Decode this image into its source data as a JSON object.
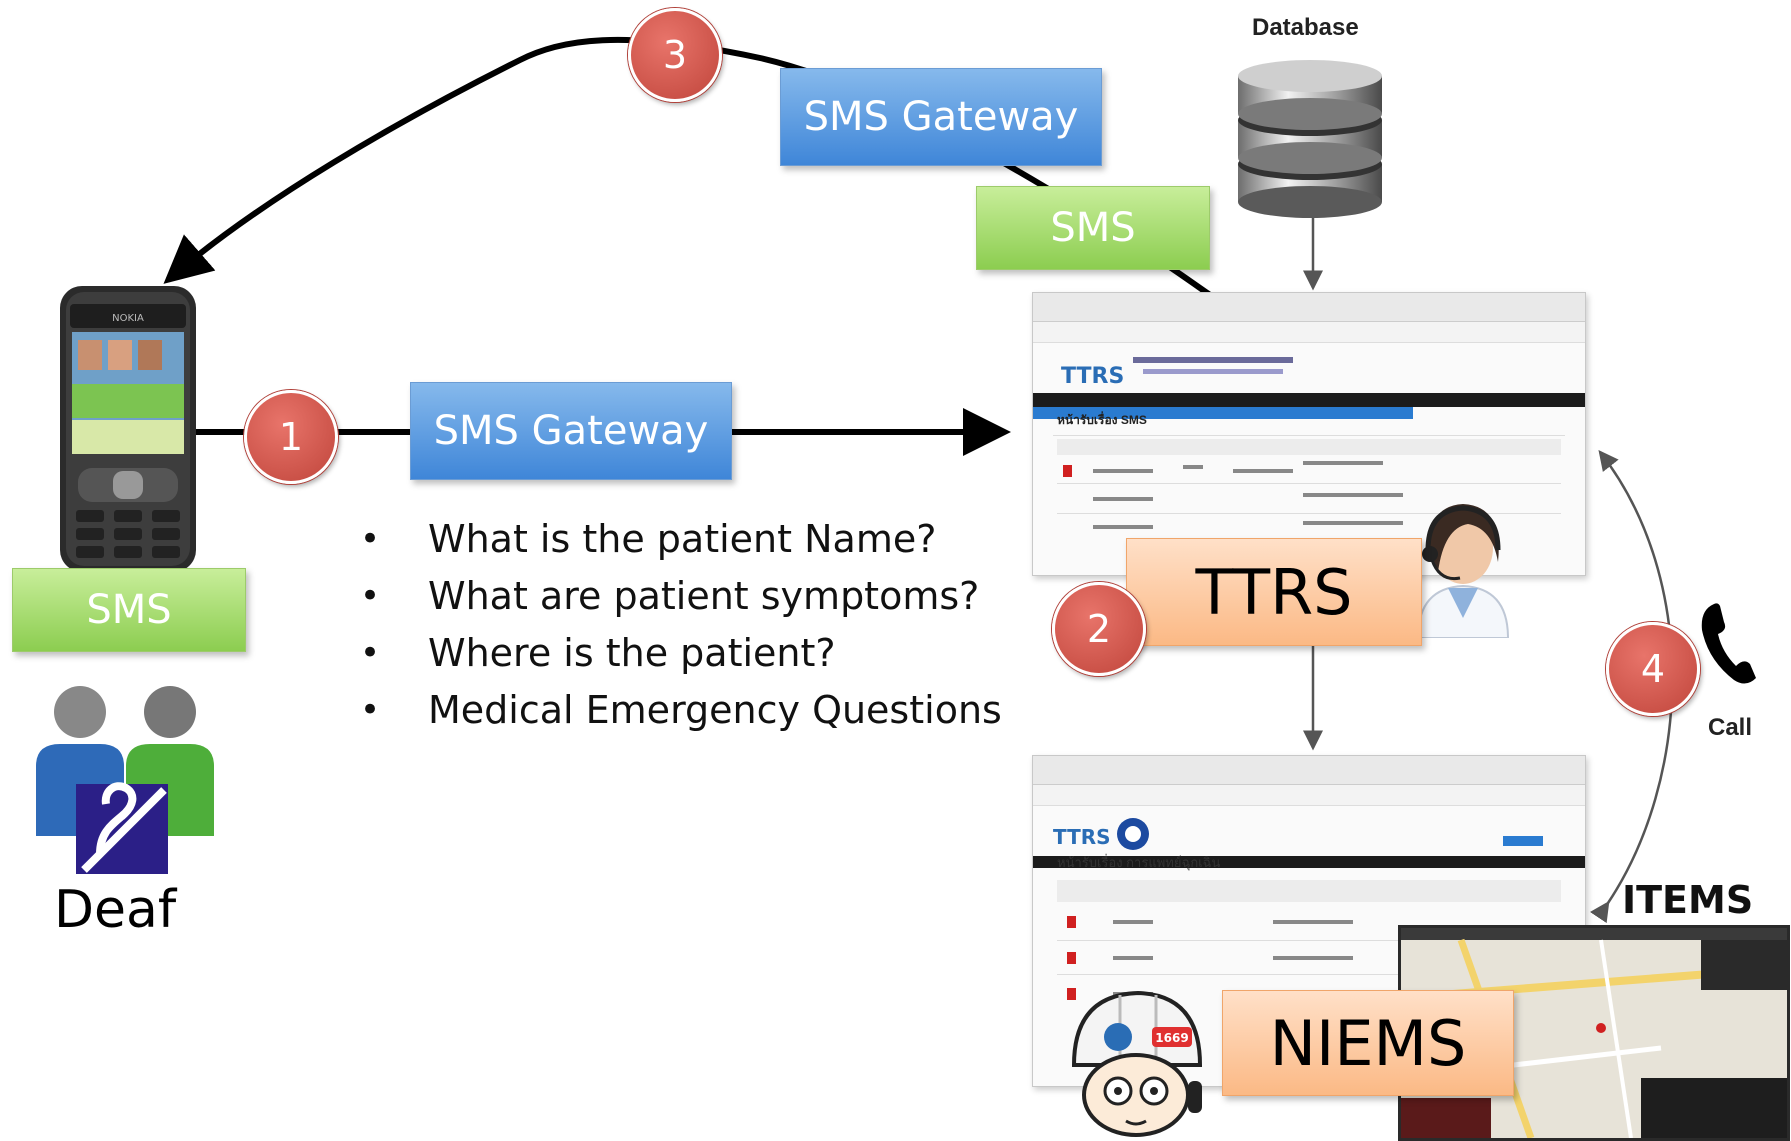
{
  "labels": {
    "database": "Database",
    "sms_gateway_top": "SMS Gateway",
    "sms_top": "SMS",
    "sms_gateway_middle": "SMS Gateway",
    "sms_left": "SMS",
    "ttrs": "TTRS",
    "niems": "NIEMS",
    "items": "ITEMS",
    "call": "Call",
    "deaf": "Deaf"
  },
  "steps": [
    "1",
    "2",
    "3",
    "4"
  ],
  "questions": [
    "What is the  patient Name?",
    "What are patient symptoms?",
    "Where is the patient?",
    "Medical Emergency Questions"
  ],
  "screens": {
    "ttrs_heading": "หน้ารับเรื่อง SMS",
    "niems_heading": "หน้ารับเรื่อง การแพทย์ฉุกเฉิน"
  }
}
